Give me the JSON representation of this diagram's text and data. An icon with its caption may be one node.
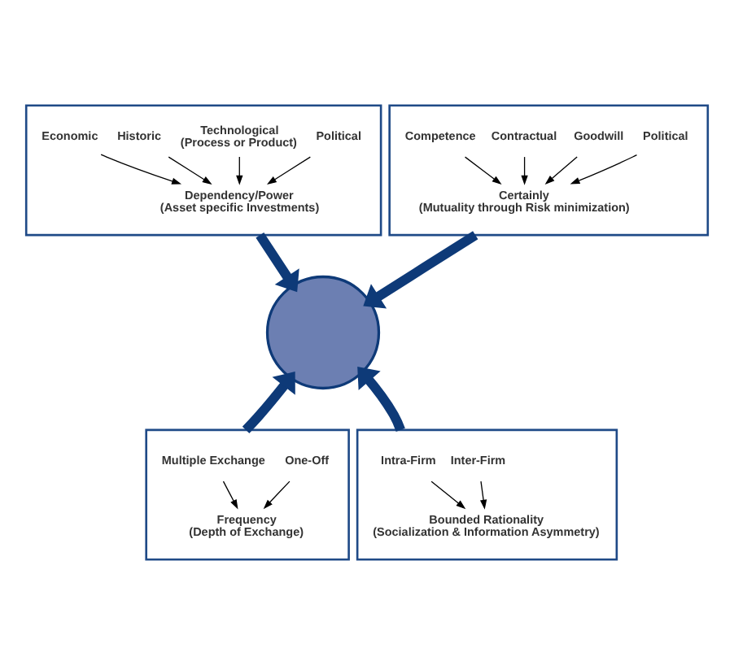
{
  "diagram": {
    "nodes": [
      {
        "text": [],
        "shape": "box"
      },
      {
        "text": [
          "Historic"
        ],
        "in": 0
      },
      {
        "text": [
          "Technological",
          "(Process or Product)"
        ],
        "in": 0
      },
      {
        "text": [
          "Economic"
        ],
        "in": 0
      },
      {
        "text": [
          "Political"
        ],
        "in": 0
      },
      {
        "text": [
          "Dependency/Power",
          "(Asset specific Investments)"
        ],
        "in": 0
      },
      {
        "text": [],
        "shape": "box"
      },
      {
        "text": [
          "Contractual"
        ],
        "in": 6
      },
      {
        "text": [
          "Goodwill"
        ],
        "in": 6
      },
      {
        "text": [
          "Competence"
        ],
        "in": 6
      },
      {
        "text": [
          "Political"
        ],
        "in": 6
      },
      {
        "text": [
          "Certainly",
          "(Mutuality through Risk minimization)"
        ],
        "in": 6
      },
      {
        "text": [],
        "shape": "circle"
      },
      {
        "text": [],
        "shape": "box"
      },
      {
        "text": [
          "Multiple Exchange"
        ],
        "in": 13
      },
      {
        "text": [
          "One-Off"
        ],
        "in": 13
      },
      {
        "text": [
          "Frequency",
          "(Depth of Exchange)"
        ],
        "in": 13
      },
      {
        "text": [],
        "shape": "box"
      },
      {
        "text": [
          "Intra-Firm"
        ],
        "in": 17
      },
      {
        "text": [
          "Inter-Firm"
        ],
        "in": 17
      },
      {
        "text": [
          "Bounded Rationality",
          "(Socialization & Information Asymmetry)"
        ],
        "in": 17
      }
    ],
    "edges": [
      {
        "from": 1,
        "to": 5,
        "arrow": "to"
      },
      {
        "from": 2,
        "to": 5,
        "arrow": "to"
      },
      {
        "from": 3,
        "to": 5,
        "arrow": "to"
      },
      {
        "from": 4,
        "to": 5,
        "arrow": "to"
      },
      {
        "from": 7,
        "to": 11,
        "arrow": "to"
      },
      {
        "from": 8,
        "to": 11,
        "arrow": "to"
      },
      {
        "from": 9,
        "to": 11,
        "arrow": "to"
      },
      {
        "from": 10,
        "to": 11,
        "arrow": "to"
      },
      {
        "from": 0,
        "to": 12,
        "arrow": "to",
        "style": "thick",
        "color": "#0e3a78"
      },
      {
        "from": 6,
        "to": 12,
        "arrow": "to",
        "style": "thick",
        "color": "#0e3a78"
      },
      {
        "from": 13,
        "to": 12,
        "arrow": "to",
        "style": "thick",
        "color": "#0e3a78"
      },
      {
        "from": 17,
        "to": 12,
        "arrow": "to",
        "style": "thick",
        "color": "#0e3a78"
      },
      {
        "from": 14,
        "to": 16,
        "arrow": "to"
      },
      {
        "from": 15,
        "to": 16,
        "arrow": "to"
      },
      {
        "from": 18,
        "to": 20,
        "arrow": "to"
      },
      {
        "from": 19,
        "to": 20,
        "arrow": "to"
      }
    ]
  }
}
